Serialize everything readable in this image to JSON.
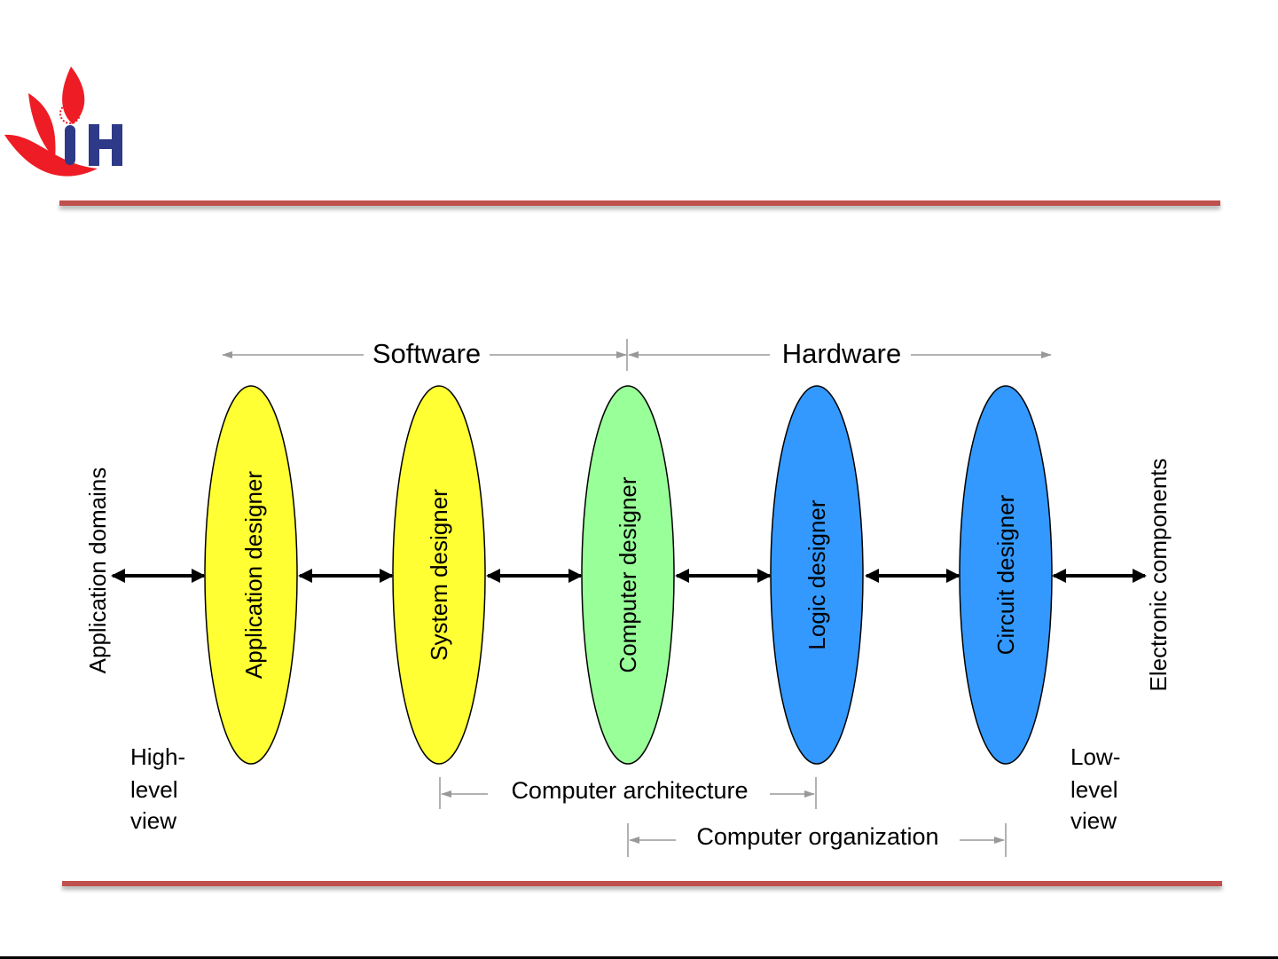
{
  "logo": {
    "text": "UIH",
    "colors": {
      "red": "#ee1c25",
      "blue": "#2e3a87"
    }
  },
  "colors": {
    "rule": "#c0504d",
    "software": "#ffff33",
    "computer": "#99ff99",
    "hardware": "#3399ff"
  },
  "diagram": {
    "top_ranges": {
      "software": "Software",
      "hardware": "Hardware"
    },
    "left_end": "Application domains",
    "right_end": "Electronic components",
    "designers": [
      {
        "label": "Application designer"
      },
      {
        "label": "System designer"
      },
      {
        "label": "Computer designer"
      },
      {
        "label": "Logic designer"
      },
      {
        "label": "Circuit designer"
      }
    ],
    "high_level": [
      "High-",
      "level",
      "view"
    ],
    "low_level": [
      "Low-",
      "level",
      "view"
    ],
    "bottom_ranges": {
      "architecture": "Computer architecture",
      "organization": "Computer organization"
    }
  }
}
